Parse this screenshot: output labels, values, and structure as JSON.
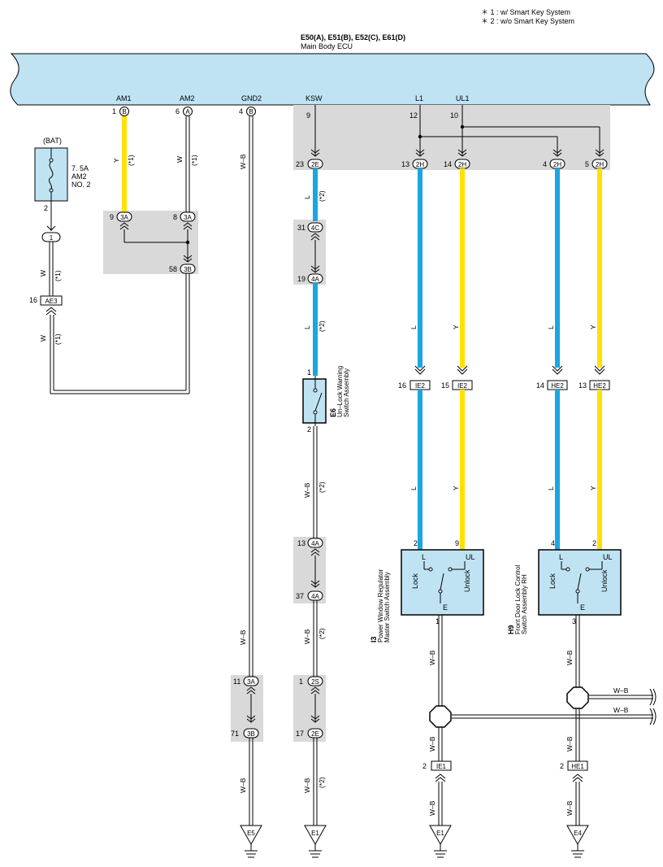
{
  "notes": [
    "＊ 1 : w/ Smart Key System",
    "＊ 2 : w/o Smart Key System"
  ],
  "ecu": {
    "connectors": "E50(A), E51(B), E52(C), E61(D)",
    "name": "Main Body ECU"
  },
  "ecu_pins": {
    "am1": {
      "name": "AM1",
      "pin": "1",
      "conn": "B"
    },
    "am2": {
      "name": "AM2",
      "pin": "6",
      "conn": "A"
    },
    "gnd2": {
      "name": "GND2",
      "pin": "4",
      "conn": "B"
    },
    "ksw": {
      "name": "KSW",
      "pin": "9"
    },
    "l1": {
      "name": "L1",
      "pin": "12"
    },
    "ul1": {
      "name": "UL1",
      "pin": "10"
    }
  },
  "fuse": {
    "source": "(BAT)",
    "rating": "7. 5A",
    "name1": "AM2",
    "name2": "NO. 2",
    "pin": "2",
    "junction": "1"
  },
  "connectors": {
    "c3a_9": {
      "pin": "9",
      "code": "3A"
    },
    "c3a_8": {
      "pin": "8",
      "code": "3A"
    },
    "c3b_58": {
      "pin": "58",
      "code": "3B"
    },
    "ae3": {
      "pin": "16",
      "code": "AE3"
    },
    "c2e_23": {
      "pin": "23",
      "code": "2E"
    },
    "c2h_13": {
      "pin": "13",
      "code": "2H"
    },
    "c2h_14": {
      "pin": "14",
      "code": "2H"
    },
    "c2h_4": {
      "pin": "4",
      "code": "2H"
    },
    "c2h_5": {
      "pin": "5",
      "code": "2H"
    },
    "c4c_31": {
      "pin": "31",
      "code": "4C"
    },
    "c4a_19": {
      "pin": "19",
      "code": "4A"
    },
    "ie2_16": {
      "pin": "16",
      "code": "IE2"
    },
    "ie2_15": {
      "pin": "15",
      "code": "IE2"
    },
    "he2_14": {
      "pin": "14",
      "code": "HE2"
    },
    "he2_13": {
      "pin": "13",
      "code": "HE2"
    },
    "c4a_13": {
      "pin": "13",
      "code": "4A"
    },
    "c4a_37": {
      "pin": "37",
      "code": "4A"
    },
    "c3a_11": {
      "pin": "11",
      "code": "3A"
    },
    "c3b_71": {
      "pin": "71",
      "code": "3B"
    },
    "c2s_1": {
      "pin": "1",
      "code": "2S"
    },
    "c2e_17": {
      "pin": "17",
      "code": "2E"
    },
    "ie1": {
      "pin": "2",
      "code": "IE1"
    },
    "he1": {
      "pin": "2",
      "code": "HE1"
    }
  },
  "wire_labels": {
    "y": "Y",
    "w": "W",
    "wb": "W–B",
    "l": "L",
    "n1": "(*1)",
    "n2": "(*2)"
  },
  "switch_e6": {
    "id": "E6",
    "line1": "Un–Lock Warning",
    "line2": "Switch Assembly",
    "pin_top": "1",
    "pin_bottom": "2"
  },
  "switch_i3": {
    "id": "I3",
    "line1": "Power Window Regulator",
    "line2": "Master Switch Assembly",
    "pin_l": "2",
    "pin_ul": "9",
    "pin_e": "1",
    "term_l": "L",
    "term_ul": "UL",
    "term_e": "E",
    "lock": "Lock",
    "unlock": "Unlock"
  },
  "switch_h9": {
    "id": "H9",
    "line1": "Front Door Lock Control",
    "line2": "Switch Assembly RH",
    "pin_l": "4",
    "pin_ul": "2",
    "pin_e": "3",
    "term_l": "L",
    "term_ul": "UL",
    "term_e": "E",
    "lock": "Lock",
    "unlock": "Unlock"
  },
  "grounds": {
    "e5": "E5",
    "e1_left": "E1",
    "e1_right": "E1",
    "e4": "E4"
  },
  "colors": {
    "ecu_fill": "#bfe3f3",
    "blue_wire": "#1aa6e0",
    "yellow_wire": "#ffe100",
    "shade": "#d9d9d9"
  }
}
